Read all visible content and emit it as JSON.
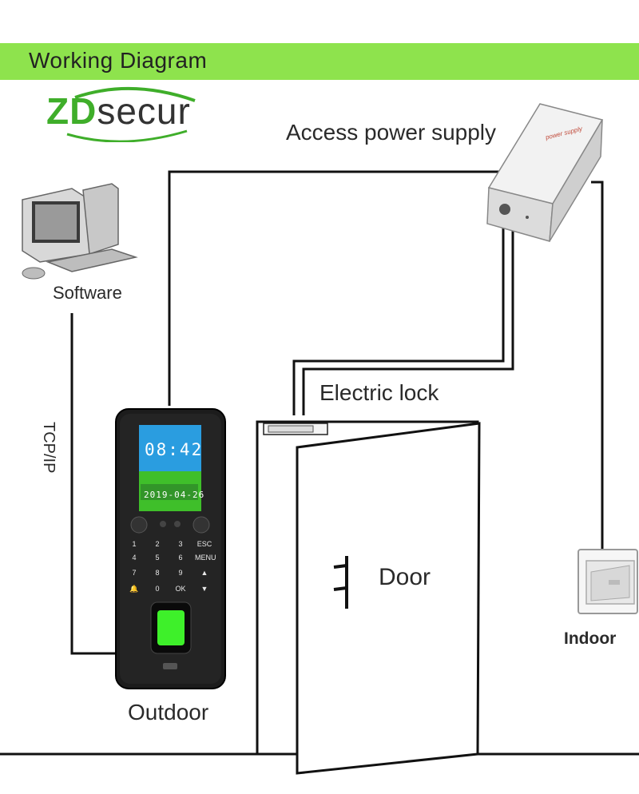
{
  "banner": {
    "title": "Working  Diagram"
  },
  "logo": {
    "text_green": "ZD",
    "text_dark": "secur"
  },
  "labels": {
    "power_supply": "Access power supply",
    "software": "Software",
    "tcpip": "TCP/IP",
    "electric_lock": "Electric lock",
    "door": "Door",
    "indoor": "Indoor",
    "outdoor": "Outdoor"
  },
  "device": {
    "clock": "08:42",
    "date": "2019-04-26",
    "keys": [
      "1",
      "2",
      "3",
      "ESC",
      "4",
      "5",
      "6",
      "MENU",
      "7",
      "8",
      "9",
      "▲",
      "🔔",
      "0",
      "OK",
      "▼"
    ]
  },
  "power_supply_box": {
    "label": "power supply"
  },
  "colors": {
    "banner": "#8ee34d",
    "brand_green": "#3fae2a",
    "screen_green": "#3fbf2a",
    "fingerprint": "#3ef02a"
  }
}
